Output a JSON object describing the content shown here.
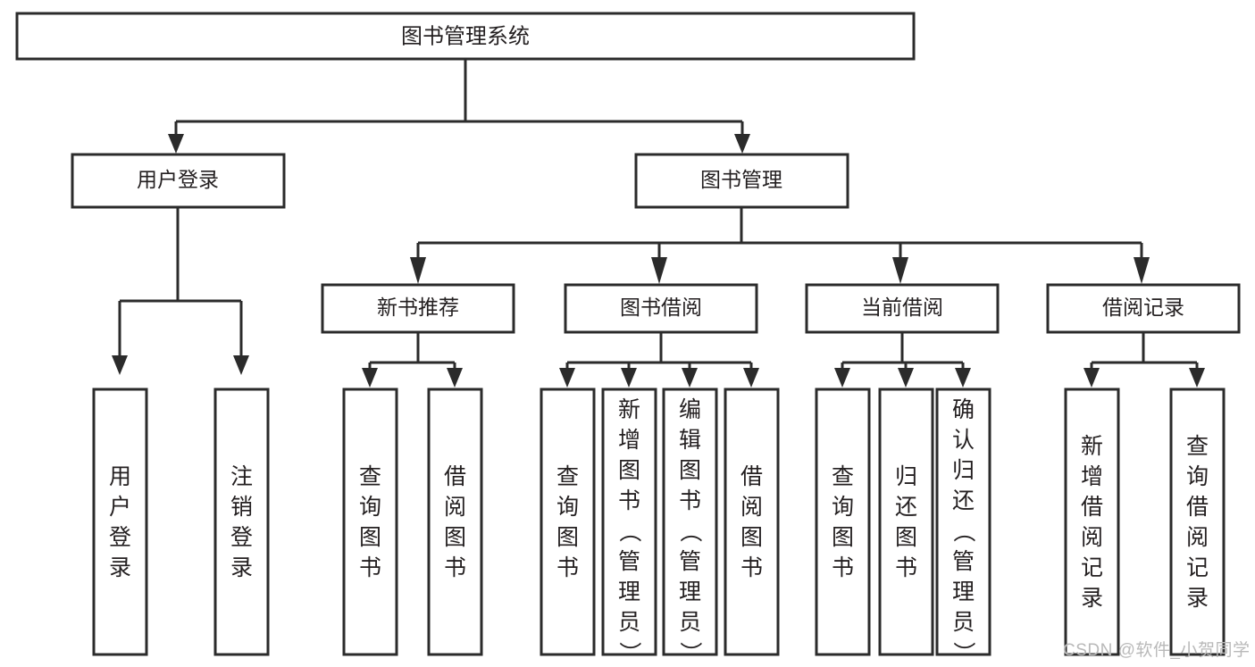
{
  "diagram": {
    "title": "图书管理系统",
    "watermark": "CSDN @软件_小贺同学",
    "colors": {
      "stroke": "#2b2b2b",
      "text": "#231f20",
      "background": "#ffffff",
      "watermark": "#b9b9b9"
    },
    "root": {
      "label": "图书管理系统"
    },
    "level2": [
      {
        "label": "用户登录"
      },
      {
        "label": "图书管理"
      }
    ],
    "level3": [
      {
        "label": "新书推荐"
      },
      {
        "label": "图书借阅"
      },
      {
        "label": "当前借阅"
      },
      {
        "label": "借阅记录"
      }
    ],
    "leaves": {
      "user_login": [
        {
          "label": "用户登录",
          "chars": [
            "用",
            "户",
            "登",
            "录"
          ]
        },
        {
          "label": "注销登录",
          "chars": [
            "注",
            "销",
            "登",
            "录"
          ]
        }
      ],
      "new_book_recommend": [
        {
          "label": "查询图书",
          "chars": [
            "查",
            "询",
            "图",
            "书"
          ]
        },
        {
          "label": "借阅图书",
          "chars": [
            "借",
            "阅",
            "图",
            "书"
          ]
        }
      ],
      "book_borrow": [
        {
          "label": "查询图书",
          "chars": [
            "查",
            "询",
            "图",
            "书"
          ]
        },
        {
          "label": "新增图书（管理员）",
          "chars": [
            "新",
            "增",
            "图",
            "书",
            "（",
            "管",
            "理",
            "员",
            "）"
          ]
        },
        {
          "label": "编辑图书（管理员）",
          "chars": [
            "编",
            "辑",
            "图",
            "书",
            "（",
            "管",
            "理",
            "员",
            "）"
          ]
        },
        {
          "label": "借阅图书",
          "chars": [
            "借",
            "阅",
            "图",
            "书"
          ]
        }
      ],
      "current_borrow": [
        {
          "label": "查询图书",
          "chars": [
            "查",
            "询",
            "图",
            "书"
          ]
        },
        {
          "label": "归还图书",
          "chars": [
            "归",
            "还",
            "图",
            "书"
          ]
        },
        {
          "label": "确认归还（管理员）",
          "chars": [
            "确",
            "认",
            "归",
            "还",
            "（",
            "管",
            "理",
            "员",
            "）"
          ]
        }
      ],
      "borrow_record": [
        {
          "label": "新增借阅记录",
          "chars": [
            "新",
            "增",
            "借",
            "阅",
            "记",
            "录"
          ]
        },
        {
          "label": "查询借阅记录",
          "chars": [
            "查",
            "询",
            "借",
            "阅",
            "记",
            "录"
          ]
        }
      ]
    }
  }
}
